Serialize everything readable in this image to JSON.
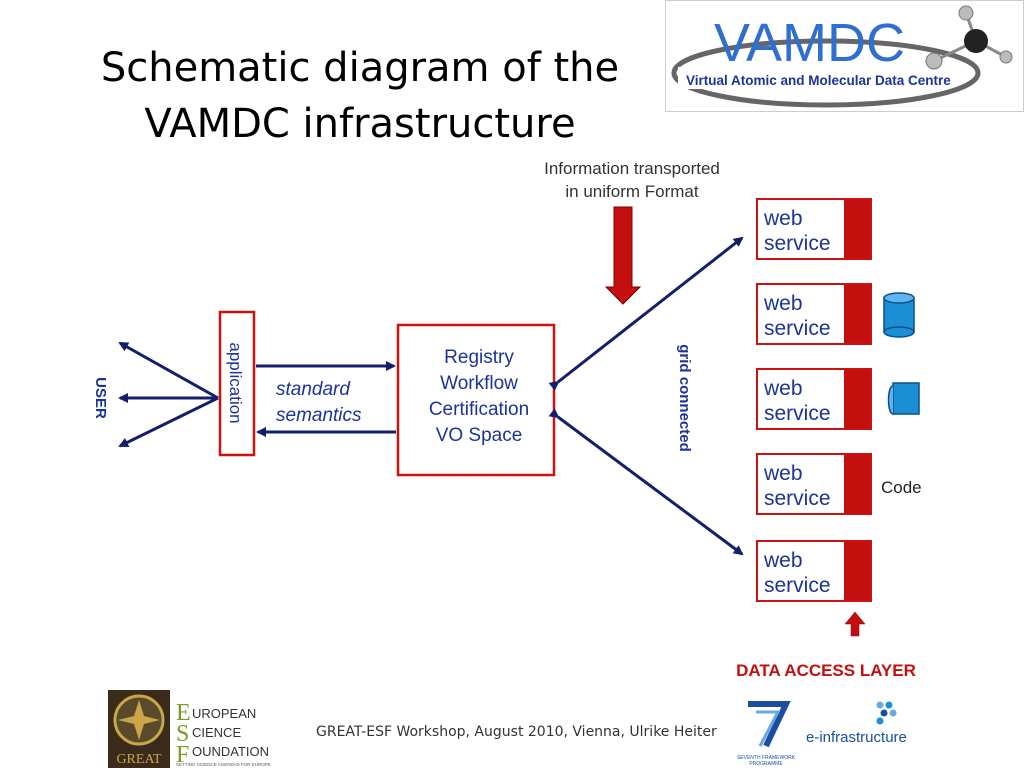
{
  "slide": {
    "title_line1": "Schematic diagram of the",
    "title_line2": "VAMDC infrastructure"
  },
  "vamdc_logo": {
    "name": "VAMDC",
    "subtitle": "Virtual Atomic and Molecular Data Centre"
  },
  "diagram": {
    "info_label_line1": "Information transported",
    "info_label_line2": "in uniform Format",
    "user_label": "USER",
    "application_label": "application",
    "semantics_line1": "standard",
    "semantics_line2": "semantics",
    "registry_lines": [
      "Registry",
      "Workflow",
      "Certification",
      "VO Space"
    ],
    "grid_label": "grid connected",
    "web_services": [
      "web\nservice",
      "web\nservice",
      "web\nservice",
      "web\nservice",
      "web\nservice"
    ],
    "code_label": "Code",
    "data_access_label": "DATA ACCESS LAYER"
  },
  "footer": {
    "text": "GREAT-ESF Workshop, August 2010, Vienna, Ulrike Heiter",
    "esf_line1": "UROPEAN",
    "esf_line2": "CIENCE",
    "esf_line3": "OUNDATION",
    "esf_tagline": "SETTING SCIENCE AGENDAS FOR EUROPE",
    "great_label": "GREAT",
    "fp7_caption_line1": "SEVENTH FRAMEWORK",
    "fp7_caption_line2": "PROGRAMME",
    "einfra_label": "e-infrastructure"
  },
  "colors": {
    "box_red": "#cc1111",
    "bar_red": "#c40f0f",
    "text_blue": "#1c3399",
    "arrow_navy": "#141f6b",
    "cyl_blue": "#1a8fd6"
  }
}
